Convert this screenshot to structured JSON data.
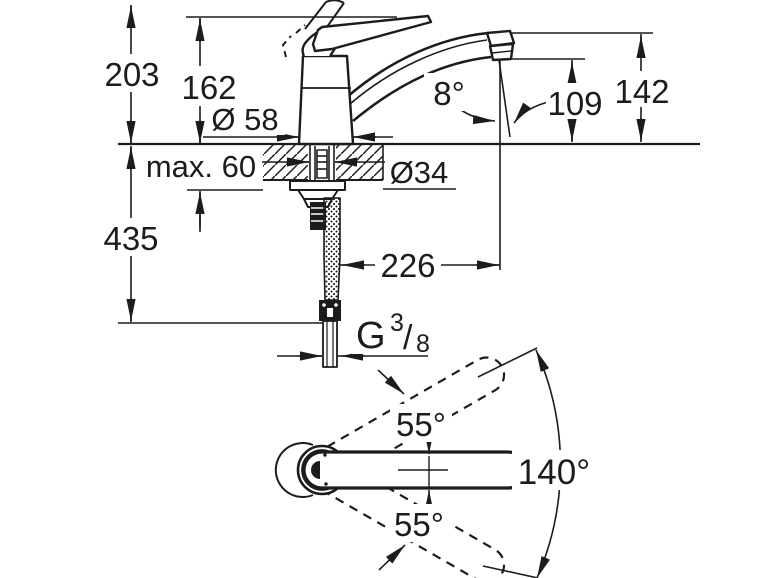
{
  "drawing": {
    "type": "technical dimension drawing",
    "product": "single-lever sink mixer faucet",
    "units": "mm",
    "colors": {
      "line": "#1c1c1c",
      "background": "#ffffff"
    },
    "side_view": {
      "labels": {
        "total_height": "203",
        "height_to_spout": "162",
        "base_diameter": "Ø 58",
        "max_deck_thickness": "max. 60",
        "shank_diameter": "Ø34",
        "hose_length": "435",
        "spout_reach": "226",
        "spout_top_height": "142",
        "outlet_height": "109",
        "outlet_angle": "8°",
        "thread_letter": "G",
        "thread_numerator": "3",
        "thread_slash": "/",
        "thread_denominator": "8"
      }
    },
    "top_view": {
      "labels": {
        "handle_angle_upper": "55°",
        "handle_angle_lower": "55°",
        "swivel_range": "140°"
      }
    }
  }
}
